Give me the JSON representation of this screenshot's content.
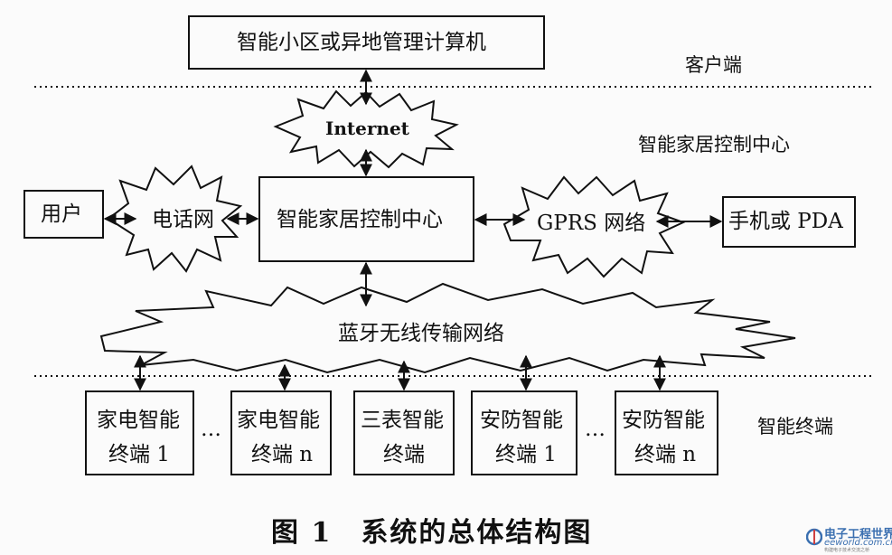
{
  "zones": {
    "client": "客户端",
    "control_center": "智能家居控制中心",
    "terminals": "智能终端"
  },
  "nodes": {
    "remote_computer": "智能小区或异地管理计算机",
    "internet": "Internet",
    "user": "用户",
    "phone_network": "电话网",
    "control_center": "智能家居控制中心",
    "gprs": "GPRS 网络",
    "mobile": "手机或 PDA",
    "bluetooth": "蓝牙无线传输网络"
  },
  "terminals": [
    {
      "line1": "家电智能",
      "line2": "终端 1"
    },
    {
      "line1": "家电智能",
      "line2": "终端 n"
    },
    {
      "line1": "三表智能",
      "line2": "终端"
    },
    {
      "line1": "安防智能",
      "line2": "终端 1"
    },
    {
      "line1": "安防智能",
      "line2": "终端 n"
    }
  ],
  "ellipsis": "…",
  "caption": "图 1　系统的总体结构图",
  "watermark": {
    "brand": "电子工程世界",
    "site": "eeworld.com.cn",
    "tagline": "构建电子技术交流之桥"
  },
  "colors": {
    "line": "#111111",
    "background": "#fbfbfb",
    "watermark": "#3a6fb0"
  }
}
